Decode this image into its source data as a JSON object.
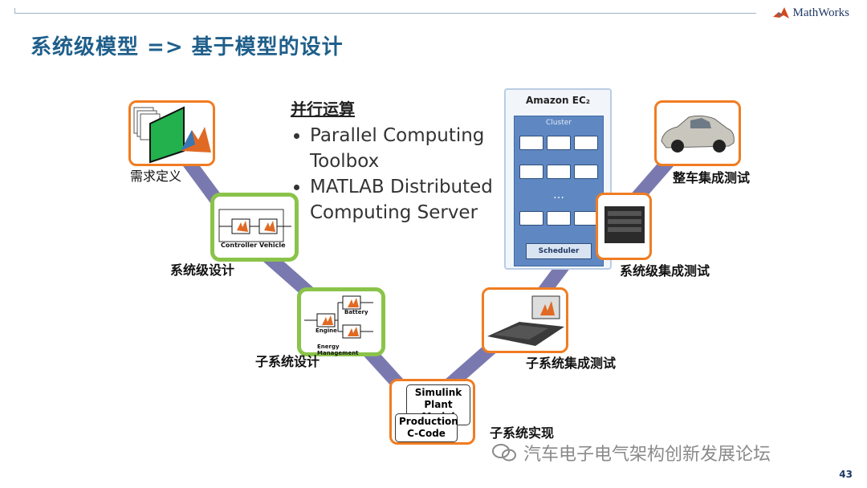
{
  "header": {
    "brand": "MathWorks",
    "title": "系统级模型 => 基于模型的设计",
    "page_number": "43"
  },
  "parallel": {
    "title": "并行运算",
    "items": [
      "Parallel Computing Toolbox",
      "MATLAB Distributed Computing Server"
    ]
  },
  "cluster": {
    "title": "Amazon EC₂",
    "subtitle": "Cluster",
    "dots": "…",
    "scheduler": "Scheduler"
  },
  "left_branch": {
    "requirements": "需求定义",
    "system_design": "系统级设计",
    "system_blocks": [
      "Controller",
      "Vehicle"
    ],
    "subsystem_design": "子系统设计",
    "subsystem_blocks": [
      "Battery",
      "Engine",
      "Energy Management"
    ]
  },
  "bottom": {
    "simulink": "Simulink Plant Model",
    "production": "Production C-Code",
    "implementation": "子系统实现"
  },
  "right_branch": {
    "subsystem_integration": "子系统集成测试",
    "system_integration": "系统级集成测试",
    "vehicle_integration": "整车集成测试"
  },
  "watermark": "汽车电子电气架构创新发展论坛",
  "colors": {
    "orange": "#f07c22",
    "green": "#8bc34a",
    "path": "#6b6aa6",
    "title": "#1f5f8b"
  }
}
